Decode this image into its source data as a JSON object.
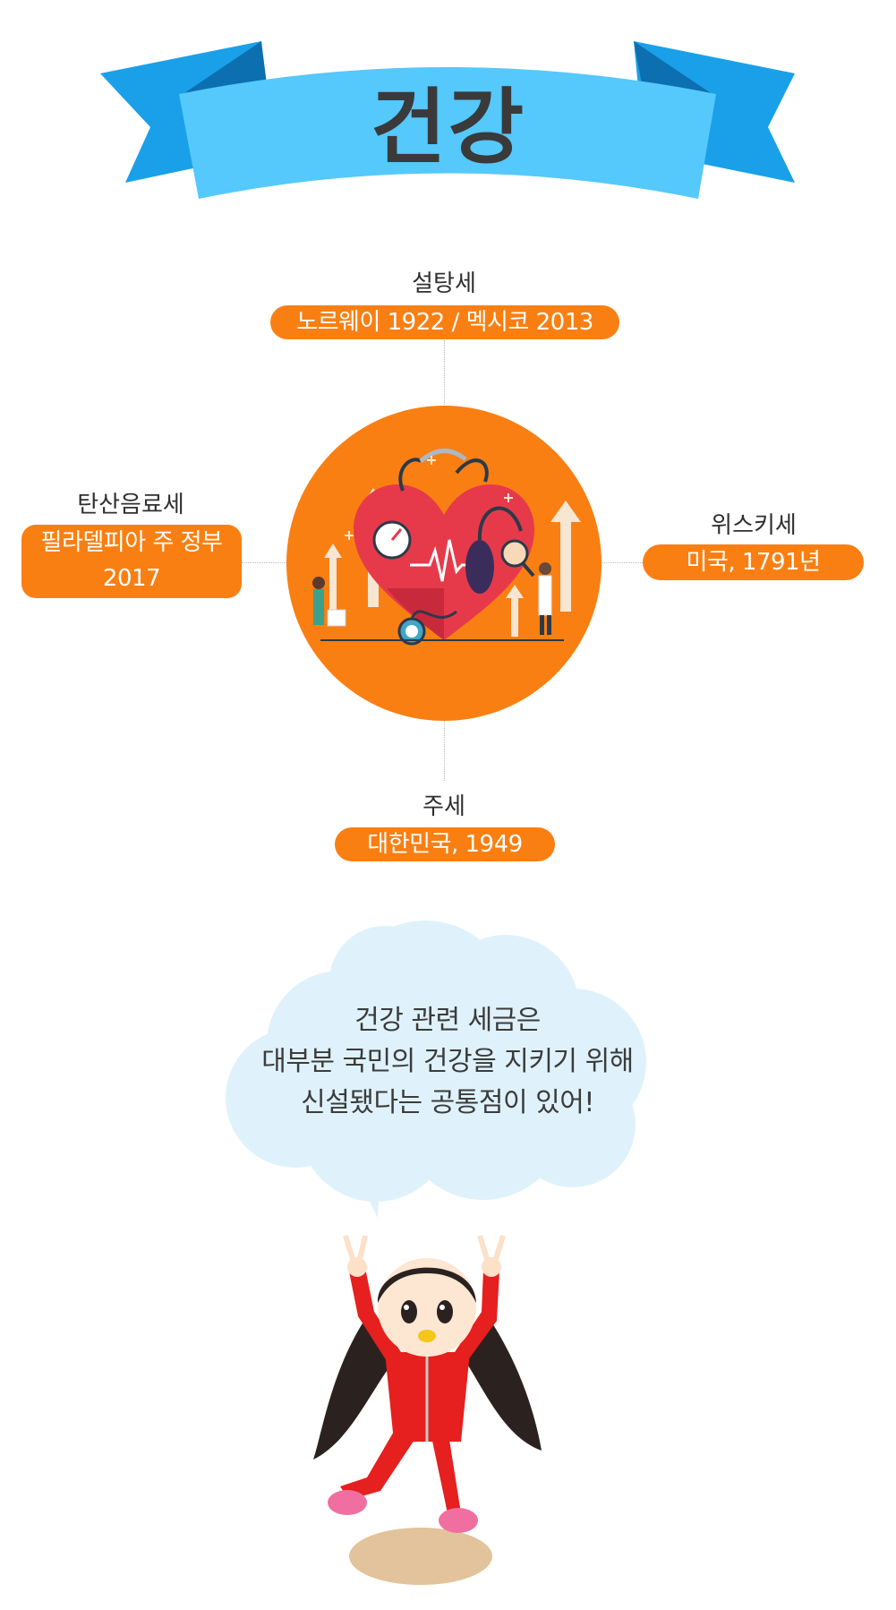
{
  "title": "건강",
  "items": {
    "top": {
      "label": "설탕세",
      "value": "노르웨이 1922 / 멕시코 2013"
    },
    "left": {
      "label": "탄산음료세",
      "value_line1": "필라델피아 주 정부",
      "value_line2": "2017"
    },
    "right": {
      "label": "위스키세",
      "value": "미국, 1791년"
    },
    "bottom": {
      "label": "주세",
      "value": "대한민국, 1949"
    }
  },
  "speech": {
    "line1": "건강 관련 세금은",
    "line2": "대부분 국민의 건강을 지키기 위해",
    "line3": "신설됐다는 공통점이 있어!"
  },
  "icons": {
    "center": "heart-health-illustration-icon",
    "character": "cheering-girl-character-icon"
  },
  "colors": {
    "banner": "#52c7fb",
    "banner_dark": "#1a9be0",
    "accent_orange": "#fa7f12",
    "bubble": "#ddf1fb"
  }
}
